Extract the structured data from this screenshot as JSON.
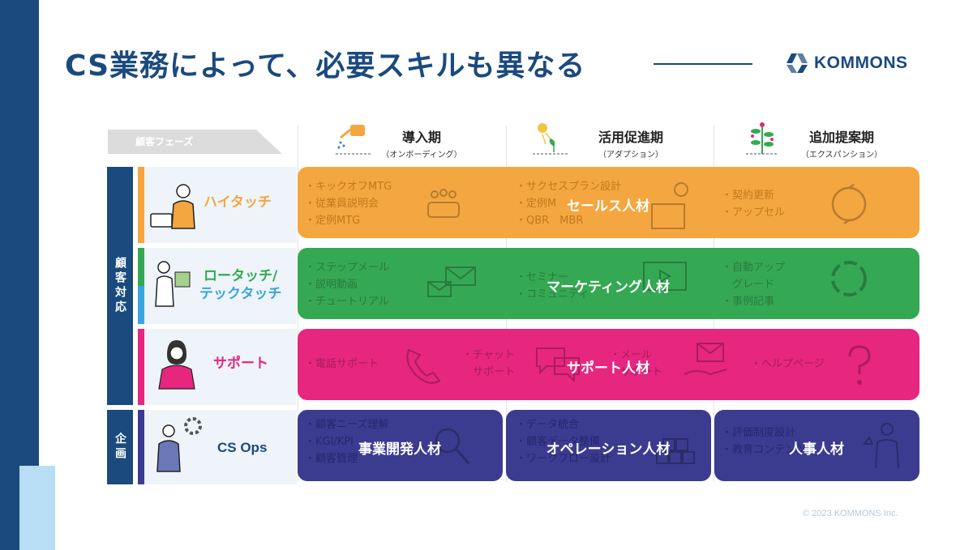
{
  "title": "CS業務によって、必要スキルも異なる",
  "logo": "KOMMONS",
  "copyright": "© 2023 KOMMONS Inc.",
  "phase_tab": "顧客フェーズ",
  "phases": [
    {
      "title": "導入期",
      "sub": "（オンボーディング）"
    },
    {
      "title": "活用促進期",
      "sub": "（アダプション）"
    },
    {
      "title": "追加提案期",
      "sub": "（エクスパンション）"
    }
  ],
  "groups": {
    "customer": "顧客対応",
    "planning": "企画"
  },
  "rows": {
    "high": "ハイタッチ",
    "low_line1": "ロータッチ/",
    "low_line2": "テックタッチ",
    "support": "サポート",
    "ops": "CS Ops"
  },
  "bands": {
    "sales": "セールス人材",
    "marketing": "マーケティング人材",
    "support": "サポート人材",
    "bizdev": "事業開発人材",
    "operation": "オペレーション人材",
    "hr": "人事人材"
  },
  "items": {
    "high_1": [
      "・キックオフMTG",
      "・従業員説明会",
      "・定例MTG"
    ],
    "high_2": [
      "・サクセスプラン設計",
      "・定例M",
      "・QBR　MBR"
    ],
    "high_3": [
      "・契約更新",
      "・アップセル"
    ],
    "low_1": [
      "・ステップメール",
      "・説明動画",
      "・チュートリアル"
    ],
    "low_2": [
      "・セミナー",
      "・コミュニティ"
    ],
    "low_3": [
      "・自動アップ",
      "　グレード",
      "・事例記事"
    ],
    "sup_1": [
      "・電話サポート"
    ],
    "sup_2": [
      "・チャット",
      "　サポート"
    ],
    "sup_3": [
      "・メール",
      "　サポート"
    ],
    "sup_4": [
      "・ヘルプページ"
    ],
    "ops_1": [
      "・顧客ニーズ理解",
      "・KGI/KPI",
      "・顧客管理"
    ],
    "ops_2": [
      "・データ統合",
      "・顧客データ整備",
      "・ワークフロー設計"
    ],
    "ops_3": [
      "・評価制度設計",
      "・教育コンテンツ"
    ]
  },
  "colors": {
    "navy": "#1a4a7e",
    "orange": "#f4a640",
    "green": "#35a853",
    "magenta": "#e6267f",
    "indigo": "#3b3c8f"
  },
  "icons": [
    "watering-can-icon",
    "sun-sprout-icon",
    "plant-icon",
    "kommons-logo-icon",
    "meeting-icon",
    "presentation-icon",
    "refresh-icon",
    "mail-icon",
    "video-icon",
    "cycle-icon",
    "phone-icon",
    "chat-icon",
    "question-icon",
    "analysis-icon",
    "cubes-icon",
    "hr-icon"
  ]
}
